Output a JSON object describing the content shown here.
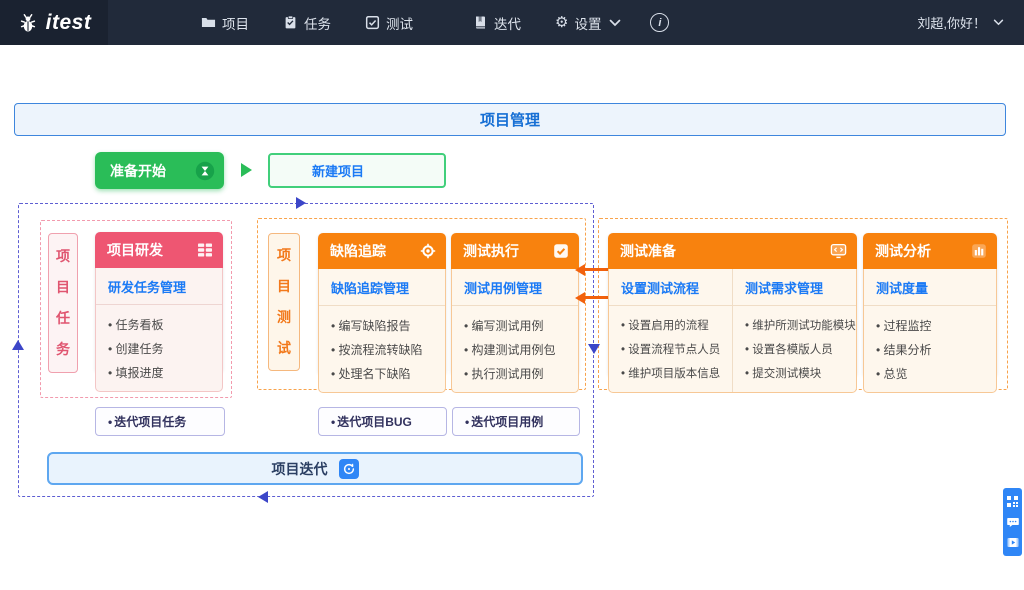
{
  "navbar": {
    "logo_text": "itest",
    "items": [
      {
        "label": "项目",
        "icon": "folder-icon"
      },
      {
        "label": "任务",
        "icon": "clipboard-icon"
      },
      {
        "label": "测试",
        "icon": "check-square-icon"
      },
      {
        "label": "迭代",
        "icon": "book-icon"
      },
      {
        "label": "设置",
        "icon": "gear-icon"
      }
    ],
    "gear_glyph": "⚙",
    "info_glyph": "i",
    "user_greeting": "刘超,你好！"
  },
  "banner": {
    "title": "项目管理"
  },
  "start_flow": {
    "start_button": "准备开始",
    "new_project": "新建项目"
  },
  "project_task": {
    "group_label": "项目任务",
    "card": {
      "title": "项目研发",
      "icon": "kanban-icon",
      "subtitle": "研发任务管理",
      "items": [
        "任务看板",
        "创建任务",
        "填报进度"
      ]
    }
  },
  "project_test": {
    "group_label": "项目测试",
    "cards": [
      {
        "title": "缺陷追踪",
        "icon": "target-icon",
        "subtitle": "缺陷追踪管理",
        "items": [
          "编写缺陷报告",
          "按流程流转缺陷",
          "处理名下缺陷"
        ]
      },
      {
        "title": "测试执行",
        "icon": "check-square-icon",
        "subtitle": "测试用例管理",
        "items": [
          "编写测试用例",
          "构建测试用例包",
          "执行测试用例"
        ]
      }
    ]
  },
  "test_prep": {
    "title": "测试准备",
    "icon": "code-monitor-icon",
    "columns": [
      {
        "subtitle": "设置测试流程",
        "items": [
          "设置启用的流程",
          "设置流程节点人员",
          "维护项目版本信息"
        ]
      },
      {
        "subtitle": "测试需求管理",
        "items": [
          "维护所测试功能模块",
          "设置各模版人员",
          "提交测试模块"
        ]
      }
    ]
  },
  "test_analysis": {
    "title": "测试分析",
    "icon": "bar-chart-icon",
    "subtitle": "测试度量",
    "items": [
      "过程监控",
      "结果分析",
      "总览"
    ]
  },
  "iteration": {
    "chips": [
      "迭代项目任务",
      "迭代项目BUG",
      "迭代项目用例"
    ],
    "bar_label": "项目迭代",
    "bar_icon": "history-icon"
  },
  "colors": {
    "navbar_bg": "#212a3a",
    "logo_bg": "#1a2230",
    "accent_blue": "#1b7af5",
    "banner_blue": "#176fd4",
    "green": "#2abd58",
    "orange": "#f8820e",
    "orange_arrow": "#f2610c",
    "pink": "#ee5672",
    "purple_dash": "#5e5ed2",
    "iter_border_blue": "#5ea7f0",
    "float_blue": "#2f86f6"
  }
}
